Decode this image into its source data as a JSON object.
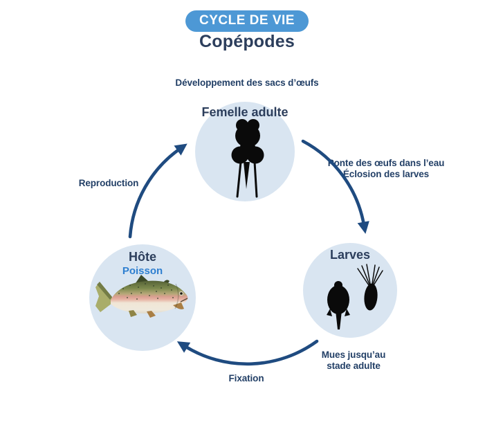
{
  "header": {
    "badge_label": "CYCLE DE VIE",
    "title": "Copépodes"
  },
  "nodes": [
    {
      "id": "femelle-adulte",
      "label": "Femelle adulte",
      "icon": "copepod-female-silhouette-icon"
    },
    {
      "id": "larves",
      "label": "Larves",
      "icon": "larvae-silhouettes-icon"
    },
    {
      "id": "hote",
      "label": "Hôte",
      "sublabel": "Poisson",
      "icon": "fish-illustration"
    }
  ],
  "labels": {
    "development": "Développement des sacs d’œufs",
    "ponte_line1": "Ponte des œufs dans l’eau",
    "ponte_line2": "Éclosion des larves",
    "mues_line1": "Mues jusqu’au",
    "mues_line2": "stade adulte",
    "fixation": "Fixation",
    "reproduction": "Reproduction"
  },
  "edges": [
    {
      "id": "femelle-to-larves",
      "direction": "clockwise"
    },
    {
      "id": "larves-to-hote",
      "direction": "clockwise"
    },
    {
      "id": "hote-to-femelle",
      "direction": "clockwise"
    }
  ],
  "colors": {
    "badge_blue": "#4d98d5",
    "navy": "#2c3e5c",
    "label_navy": "#223f66",
    "arrow_blue": "#1f4b80",
    "circle_fill": "#d9e5f1",
    "poisson_blue": "#2e7fd0",
    "silhouette": "#0a0a0a"
  }
}
